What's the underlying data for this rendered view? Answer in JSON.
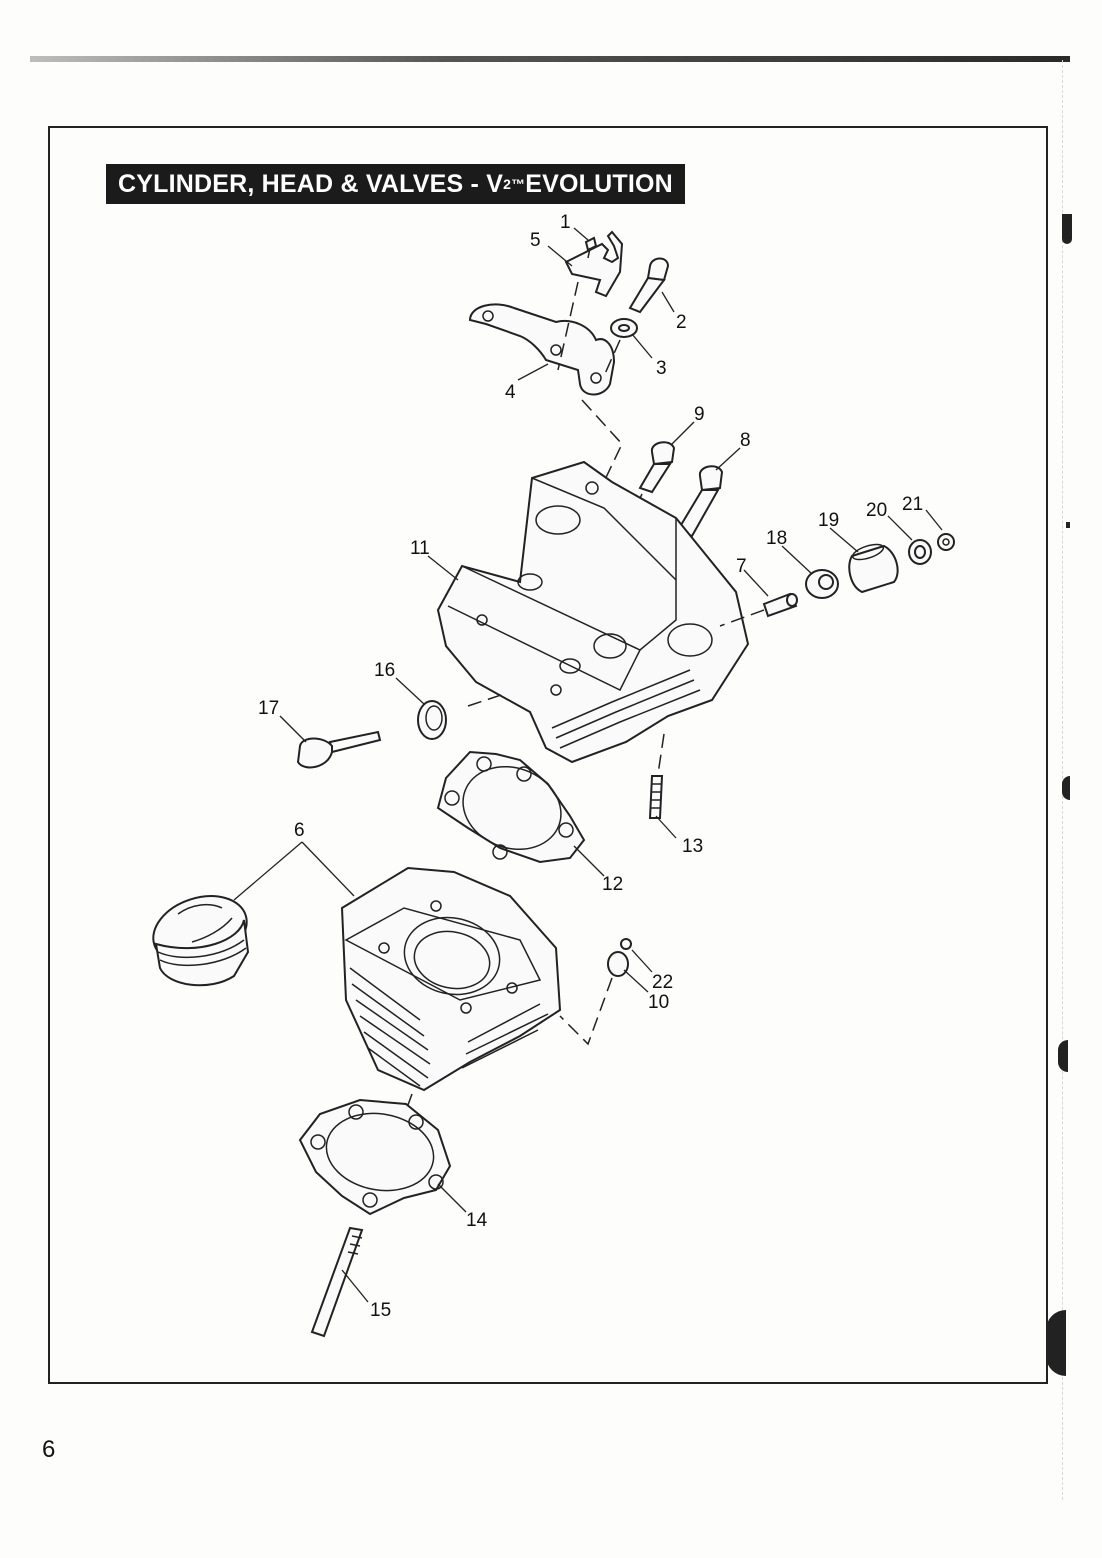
{
  "title": {
    "prefix": "CYLINDER, HEAD & VALVES - V",
    "superscript": "2™",
    "suffix": " EVOLUTION"
  },
  "page_number": "6",
  "callouts": {
    "c1": "1",
    "c2": "2",
    "c3": "3",
    "c4": "4",
    "c5": "5",
    "c6": "6",
    "c7": "7",
    "c8": "8",
    "c9": "9",
    "c10": "10",
    "c11": "11",
    "c12": "12",
    "c13": "13",
    "c14": "14",
    "c15": "15",
    "c16": "16",
    "c17": "17",
    "c18": "18",
    "c19": "19",
    "c20": "20",
    "c21": "21",
    "c22": "22"
  }
}
